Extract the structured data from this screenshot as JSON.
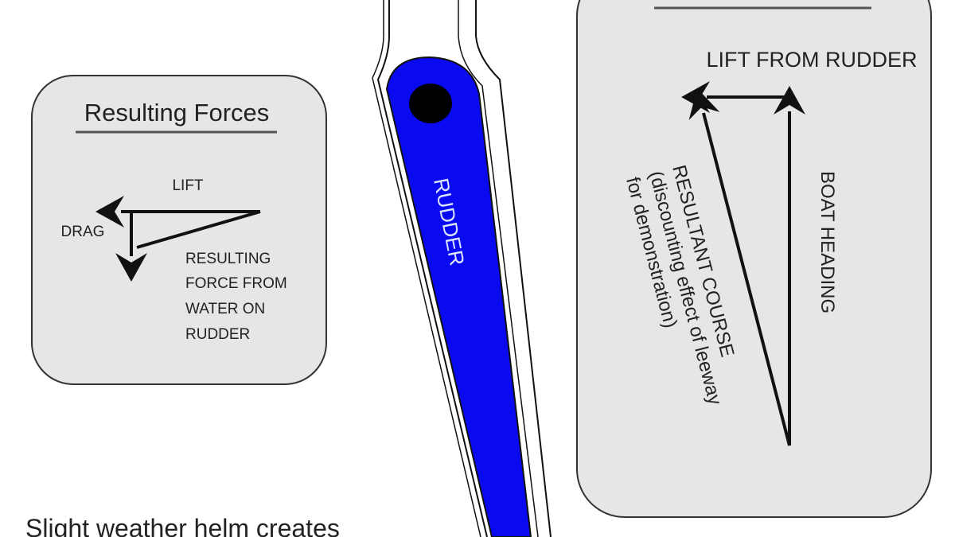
{
  "colors": {
    "rudder": "#0a0af0",
    "panel": "#e6e6e6",
    "ink": "#111111"
  },
  "left_panel": {
    "title": "Resulting Forces",
    "lift": "LIFT",
    "drag": "DRAG",
    "resulting": [
      "RESULTING",
      "FORCE FROM",
      "WATER ON",
      "RUDDER"
    ]
  },
  "rudder": {
    "label": "RUDDER"
  },
  "right_panel": {
    "lift_label": "LIFT FROM RUDDER",
    "boat_heading": "BOAT HEADING",
    "resultant": [
      "RESULTANT COURSE",
      "(discounting effect of leeway",
      "for demonstration)"
    ]
  },
  "caption": "Slight weather helm creates"
}
